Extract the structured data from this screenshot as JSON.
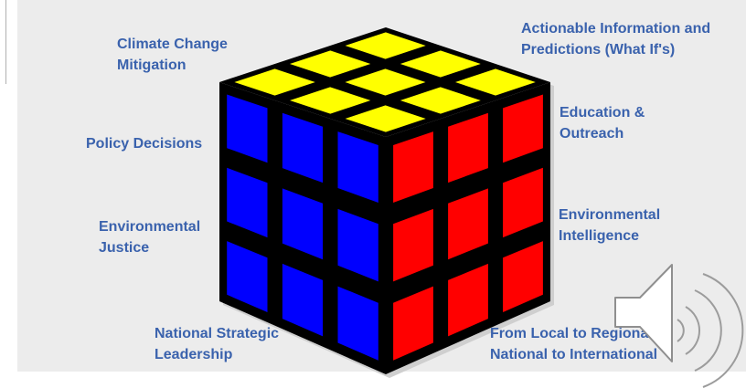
{
  "labels": {
    "climate_change": [
      "Climate Change",
      "Mitigation"
    ],
    "policy_decisions": [
      "Policy Decisions"
    ],
    "environmental_justice": [
      "Environmental",
      "Justice"
    ],
    "national_strategic": [
      "National Strategic",
      "Leadership"
    ],
    "actionable_info": [
      "Actionable Information and",
      "Predictions (What If's)"
    ],
    "education_outreach": [
      "Education &",
      "Outreach"
    ],
    "environmental_intelligence": [
      "Environmental",
      "Intelligence"
    ],
    "local_to_international": [
      "From Local to Regional to",
      "National to International"
    ]
  },
  "cube": {
    "top_color": "#ffff00",
    "left_color": "#0000ff",
    "right_color": "#ff0000",
    "border_color": "#000000"
  },
  "speaker": {
    "icon": "speaker-volume-icon"
  }
}
